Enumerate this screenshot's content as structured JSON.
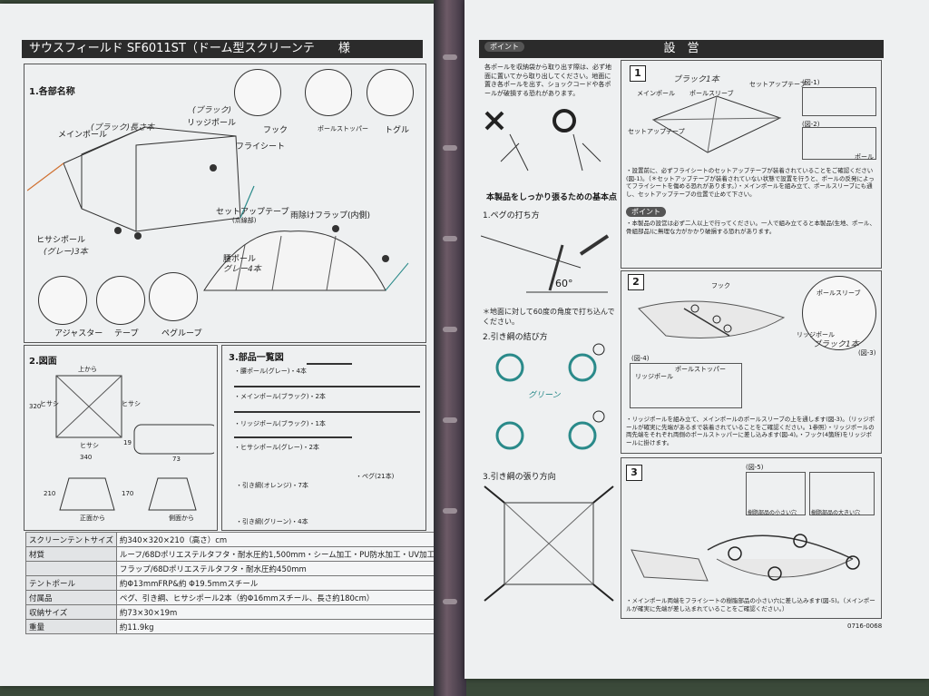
{
  "left_page": {
    "title": "サウスフィールド SF6011ST（ドーム型スクリーンテ　　様",
    "section1": "1.各部名称",
    "parts": {
      "main_pole": "メインポール",
      "ridge_pole": "リッジポール",
      "fly_sheet": "フライシート",
      "setup_tape": "セットアップテープ",
      "setup_tape_note": "(点線部)",
      "eave_pole": "ヒサシポール",
      "rain_flap": "雨除けフラップ(内側)",
      "skirt": "腰ポール",
      "hook": "フック",
      "pole_stopper": "ポールストッパー",
      "toggle": "トグル",
      "adjuster": "アジャスター",
      "tape": "テープ",
      "peg_loop": "ペグループ",
      "hw_black": "(ブラック)長さ本",
      "hw_black2": "(ブラック)",
      "hw_grey": "(グレー)3本",
      "hw_grey2": "グレー4本"
    },
    "section2": "2.図面",
    "section3": "3.部品一覧図",
    "drawing": {
      "top_view": "上から",
      "side_left": "ヒサシ",
      "side_right": "ヒサシ",
      "bottom": "ヒサシ",
      "w": "340",
      "d": "320",
      "h": "210",
      "hh": "170",
      "bag_l": "73",
      "bag_h": "19",
      "front": "正面から",
      "side": "側面から"
    },
    "parts_list": [
      "・腰ポール(グレー)・4本",
      "・メインポール(ブラック)・2本",
      "・リッジポール(ブラック)・1本",
      "・ヒサシポール(グレー)・2本",
      "・引き綱(オレンジ)・7本",
      "・ペグ(21本)",
      "・引き綱(グリーン)・4本"
    ],
    "specs": [
      {
        "k": "スクリーンテントサイズ",
        "v": "約340×320×210（高さ）cm"
      },
      {
        "k": "材質",
        "v": "ルーフ/68Dポリエステルタフタ・耐水圧約1,500mm・シーム加工・PU防水加工・UV加工"
      },
      {
        "k": "",
        "v": "フラップ/68Dポリエステルタフタ・耐水圧約450mm"
      },
      {
        "k": "テントポール",
        "v": "約Φ13mmFRP&約 Φ19.5mmスチール"
      },
      {
        "k": "付属品",
        "v": "ペグ、引き綱、ヒサシポール2本（約Φ16mmスチール、長さ約180cm）"
      },
      {
        "k": "収納サイズ",
        "v": "約73×30×19m"
      },
      {
        "k": "重量",
        "v": "約11.9kg"
      }
    ]
  },
  "right_page": {
    "title": "設　営",
    "point_label": "ポイント",
    "point_text": "各ポールを収納袋から取り出す際は、必ず地面に置いてから取り出してください。地面に置き各ポールを出す、ショックコードや各ポールが破損する恐れがあります。",
    "peg_heading": "本製品をしっかり張るための基本点",
    "peg1": "1.ペグの打ち方",
    "angle": "60°",
    "peg_note": "＊地面に対して60度の角度で打ち込んでください。",
    "rope": "2.引き綱の結び方",
    "rope_dir": "3.引き綱の張り方向",
    "green_hand": "グリーン",
    "step1_labels": [
      "メインポール",
      "ポールスリーブ",
      "セットアップテープ",
      "セットアップテープ"
    ],
    "step1_text": "・設置前に、必ずフライシートのセットアップテープが装着されていることをご確認ください(図-1)。（＊セットアップテープが装着されていない状態で設置を行うと、ポールの反発によってフライシートを傷める恐れがあります。）・メインポールを組み立て、ポールスリーブにも通し、セットアップテープの位置で止めて下さい。",
    "step1_point": "・本製品の設営は必ず二人以上で行ってください。一人で組み立てると本製品(生地、ポール、骨組部品)に無理な力がかかり破損する恐れがあります。",
    "fig1": "(図-1)",
    "fig2": "(図-2)",
    "fig3": "(図-3)",
    "fig4": "(図-4)",
    "fig5": "(図-5)",
    "pole": "ポール",
    "hook": "フック",
    "pole_sleeve": "ポールスリーブ",
    "ridge_pole": "リッジポール",
    "pole_stopper": "ポールストッパー",
    "step2_text": "・リッジポールを組み立て、メインポールのポールスリーブの上を通します(図-3)。（リッジポールが確実に先端があるまで装着されていることをご確認ください。1参照）・リッジポールの両先端をそれぞれ両側のポールストッパーに差し込みます(図-4)。・フック(4箇所)をリッジポールに掛けます。",
    "step3_text": "・メインポール両端をフライシートの樹脂部品の小さい穴に差し込みます(図-5)。（メインポールが確実に先端が差し込まれていることをご確認ください。）",
    "fig5_a": "樹脂部品の小さい穴",
    "fig5_b": "樹脂部品の大きい穴",
    "code": "0716-0068",
    "hw_black": "ブラック1本",
    "hw_black2": "ブラック1本"
  },
  "colors": {
    "sheet": "#eef0f1",
    "bar": "#2b2b2b",
    "binder": "#6d5a66",
    "bg": "#3b4a3a"
  }
}
